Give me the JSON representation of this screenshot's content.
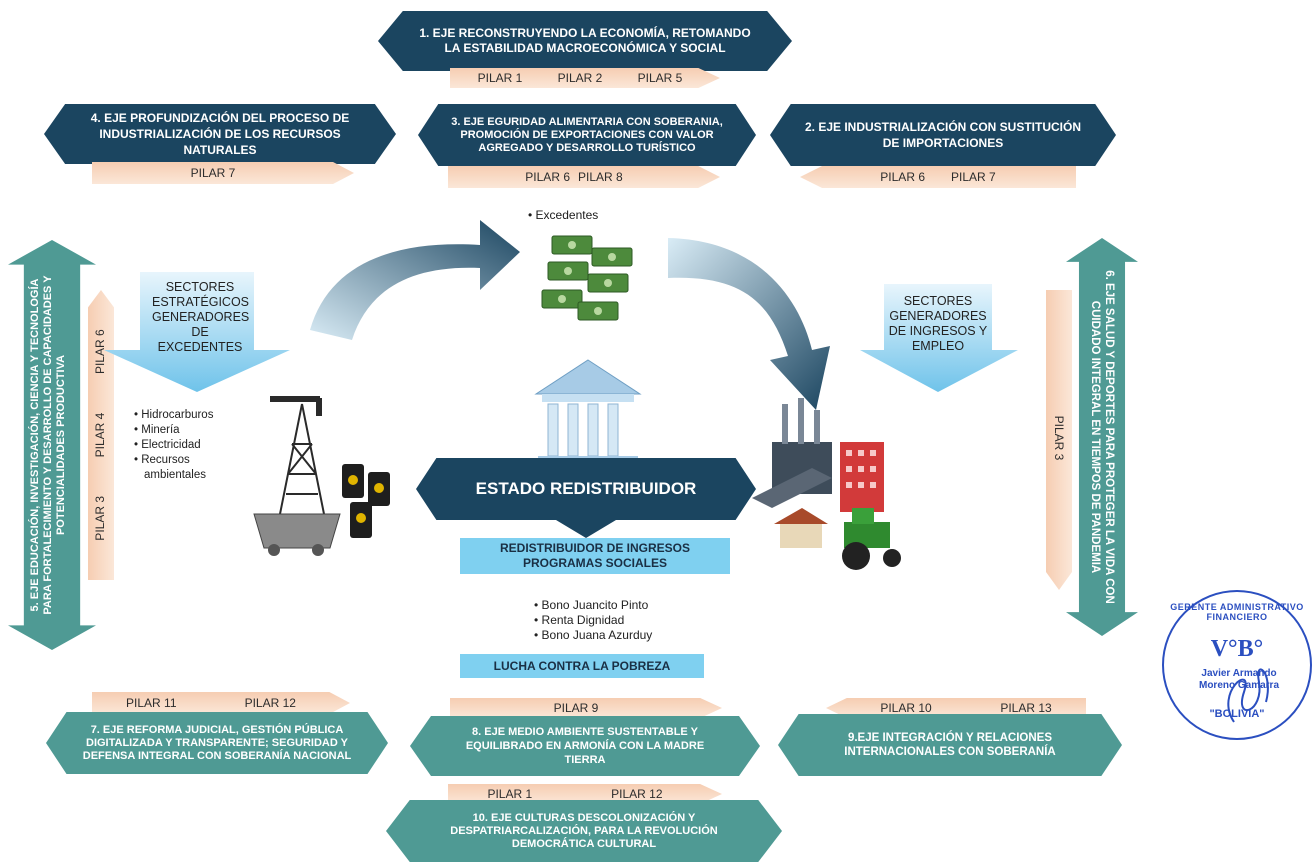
{
  "ejes": {
    "e1": "1. EJE RECONSTRUYENDO LA ECONOMÍA, RETOMANDO LA ESTABILIDAD MACROECONÓMICA Y SOCIAL",
    "e2": "2. EJE INDUSTRIALIZACIÓN CON SUSTITUCIÓN DE IMPORTACIONES",
    "e3": "3. EJE EGURIDAD ALIMENTARIA CON SOBERANIA, PROMOCIÓN DE EXPORTACIONES CON VALOR AGREGADO Y DESARROLLO TURÍSTICO",
    "e4": "4. EJE PROFUNDIZACIÓN DEL PROCESO DE INDUSTRIALIZACIÓN DE LOS RECURSOS NATURALES",
    "e5": "5. EJE EDUCACIÓN, INVESTIGACIÓN, CIENCIA Y TECNOLOGÍA PARA FORTALECIMIENTO Y DESARROLLO DE CAPACIDADES Y POTENCIALIDADES PRODUCTIVA",
    "e6": "6. EJE SALUD Y DEPORTES PARA PROTEGER LA VIDA CON CUIDADO INTEGRAL EN TIEMPOS DE PANDEMIA",
    "e7": "7. EJE REFORMA JUDICIAL, GESTIÓN PÚBLICA DIGITALIZADA Y TRANSPARENTE; SEGURIDAD Y DEFENSA INTEGRAL CON SOBERANÍA NACIONAL",
    "e8": "8. EJE MEDIO AMBIENTE SUSTENTABLE Y EQUILIBRADO EN ARMONÍA CON LA MADRE TIERRA",
    "e9": "9.EJE INTEGRACIÓN Y RELACIONES INTERNACIONALES CON SOBERANÍA",
    "e10": "10. EJE CULTURAS DESCOLONIZACIÓN Y DESPATRIARCALIZACIÓN, PARA LA REVOLUCIÓN DEMOCRÁTICA CULTURAL"
  },
  "pilares": {
    "p1": [
      "PILAR 1",
      "PILAR 2",
      "PILAR 5"
    ],
    "p4": [
      "PILAR 7"
    ],
    "p3": [
      "PILAR 6",
      "PILAR 8"
    ],
    "p2": [
      "PILAR 6",
      "PILAR 7"
    ],
    "p5": [
      "PILAR 3",
      "PILAR 4",
      "PILAR 6"
    ],
    "p6": [
      "PILAR 3"
    ],
    "p7": [
      "PILAR 11",
      "PILAR 12"
    ],
    "p8": [
      "PILAR 9"
    ],
    "p9": [
      "PILAR 10",
      "PILAR 13"
    ],
    "p10": [
      "PILAR 1",
      "PILAR 12"
    ]
  },
  "center": {
    "excedentes": "Excedentes",
    "sectores_estrategicos": "SECTORES ESTRATÉGICOS GENERADORES DE EXCEDENTES",
    "sectores_generadores": "SECTORES GENERADORES DE INGRESOS Y EMPLEO",
    "recursos": [
      "Hidrocarburos",
      "Minería",
      "Electricidad",
      "Recursos ambientales"
    ],
    "estado": "ESTADO REDISTRIBUIDOR",
    "redistribuidor": "REDISTRIBUIDOR DE INGRESOS PROGRAMAS SOCIALES",
    "bonos": [
      "Bono Juancito Pinto",
      "Renta Dignidad",
      "Bono Juana Azurduy"
    ],
    "lucha": "LUCHA CONTRA LA POBREZA"
  },
  "stamp": {
    "ring": "GERENTE ADMINISTRATIVO FINANCIERO",
    "vobo": "V°B°",
    "name": "Javier Armando Moreno Gamarra",
    "country": "\"BOLIVIA\""
  },
  "colors": {
    "dark_arrow": "#1b4560",
    "teal_arrow": "#4f9a94",
    "pilar": "#f6cdb2",
    "light_blue": "#7fd0f0",
    "stamp": "#2b4fc0"
  }
}
